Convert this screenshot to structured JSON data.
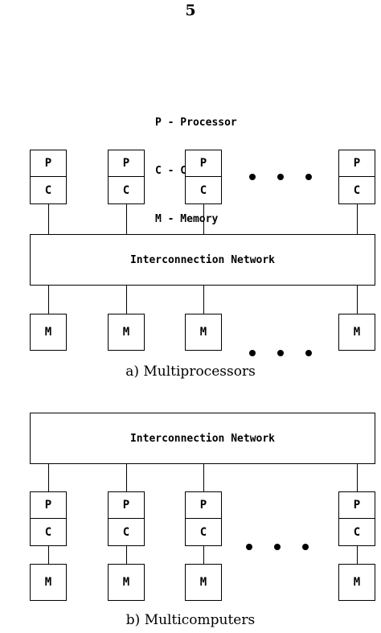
{
  "page_number": "5",
  "legend": [
    "P - Processor",
    "C - Cache",
    "M - Memory"
  ],
  "labels": {
    "processor": "P",
    "cache": "C",
    "memory": "M",
    "network": "Interconnection Network"
  },
  "captions": {
    "a": "a)  Multiprocessors",
    "b": "b)  Multicomputers"
  }
}
